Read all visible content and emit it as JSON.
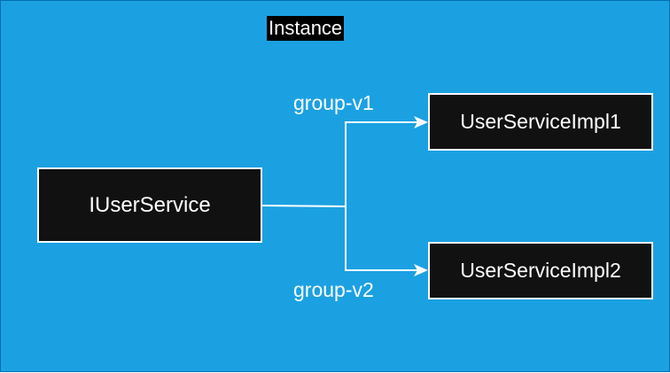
{
  "diagram": {
    "title": "Instance",
    "source_node": {
      "label": "IUserService"
    },
    "targets": [
      {
        "label": "UserServiceImpl1",
        "edge_label": "group-v1"
      },
      {
        "label": "UserServiceImpl2",
        "edge_label": "group-v2"
      }
    ]
  },
  "colors": {
    "background": "#1ba1e2",
    "node_fill": "#111111",
    "node_stroke": "#ffffff",
    "edge": "#ffffff"
  }
}
